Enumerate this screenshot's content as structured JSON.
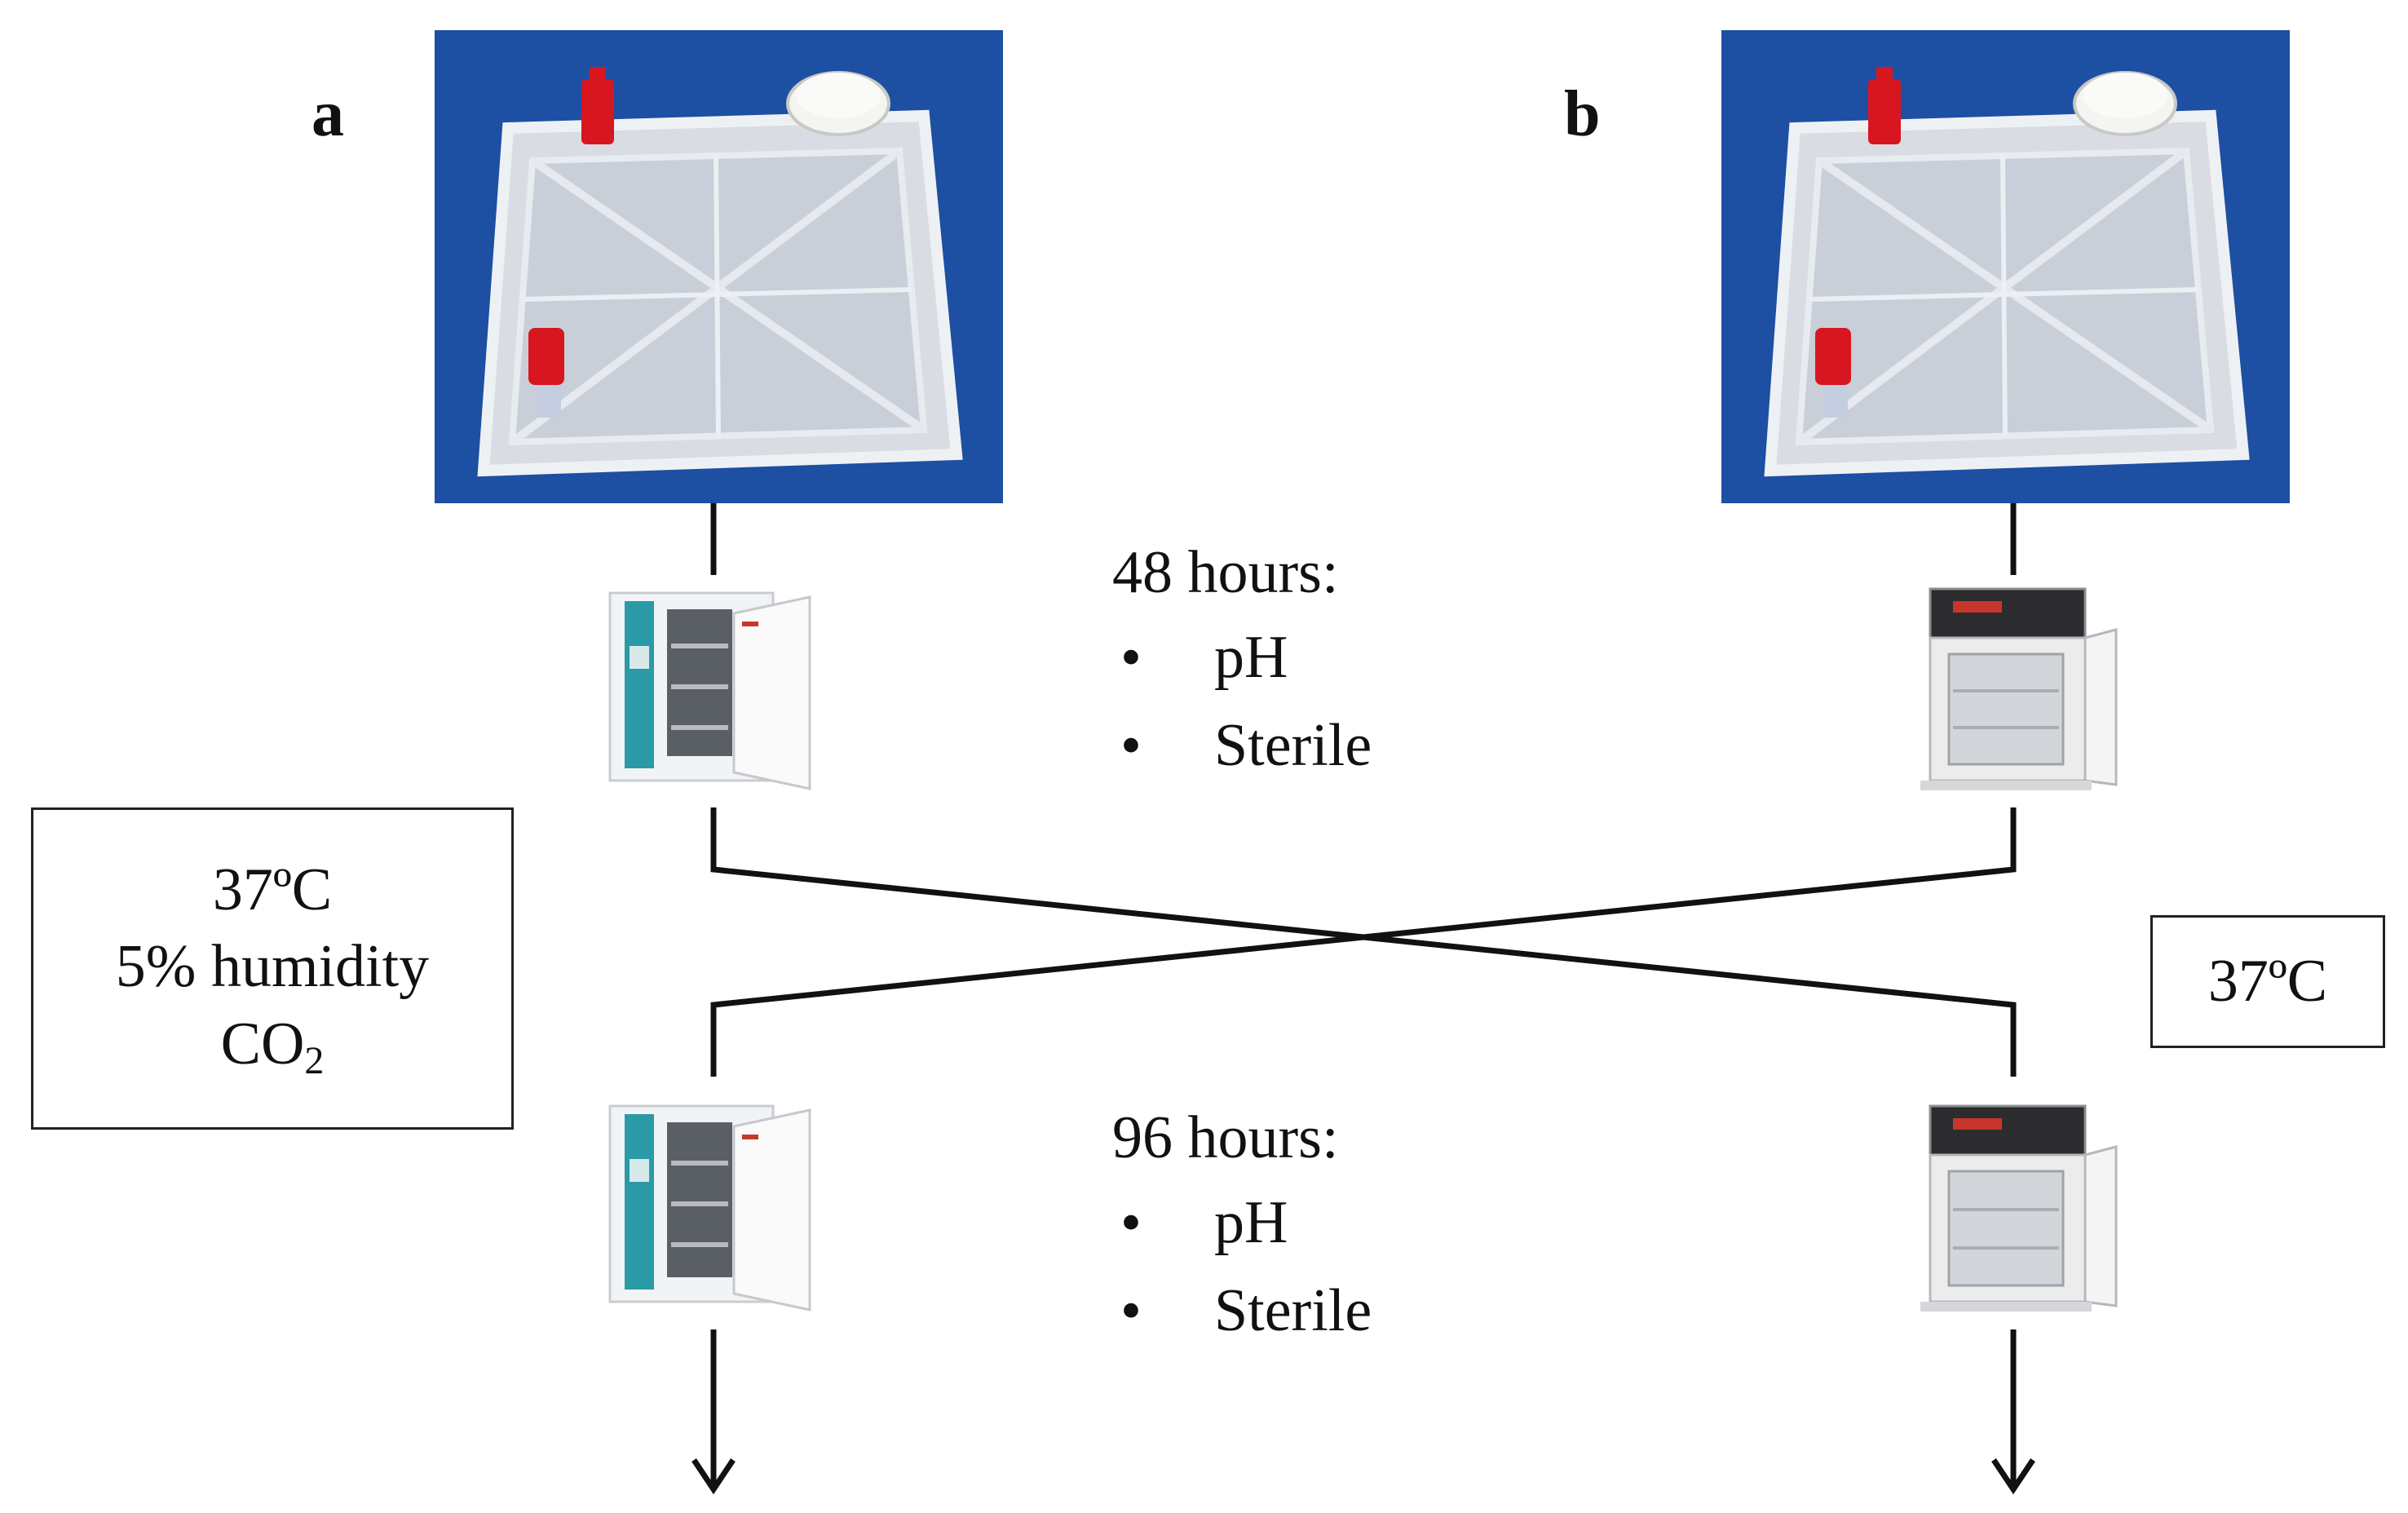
{
  "panels": {
    "a": {
      "label": "a"
    },
    "b": {
      "label": "b"
    }
  },
  "checkpoints": [
    {
      "heading": "48 hours:",
      "items": [
        "pH",
        "Sterile"
      ],
      "bullet": "•"
    },
    {
      "heading": "96 hours:",
      "items": [
        "pH",
        "Sterile"
      ],
      "bullet": "•"
    }
  ],
  "conditions": {
    "co2_incubator": {
      "line1": "37ºC",
      "line2": "5% humidity",
      "line3_main": "CO",
      "line3_sub": "2"
    },
    "standard_incubator": {
      "line1": "37ºC"
    }
  },
  "colors": {
    "photo_background": "#1d4fa3",
    "cap_red": "#d8161f",
    "incubator_teal": "#2a9aa6",
    "line": "#111111"
  },
  "icons": {
    "culture_bag": "culture-bag-photo-icon",
    "co2_incubator": "co2-incubator-icon",
    "standard_incubator": "standard-incubator-icon",
    "arrow_down": "arrow-down-icon"
  }
}
